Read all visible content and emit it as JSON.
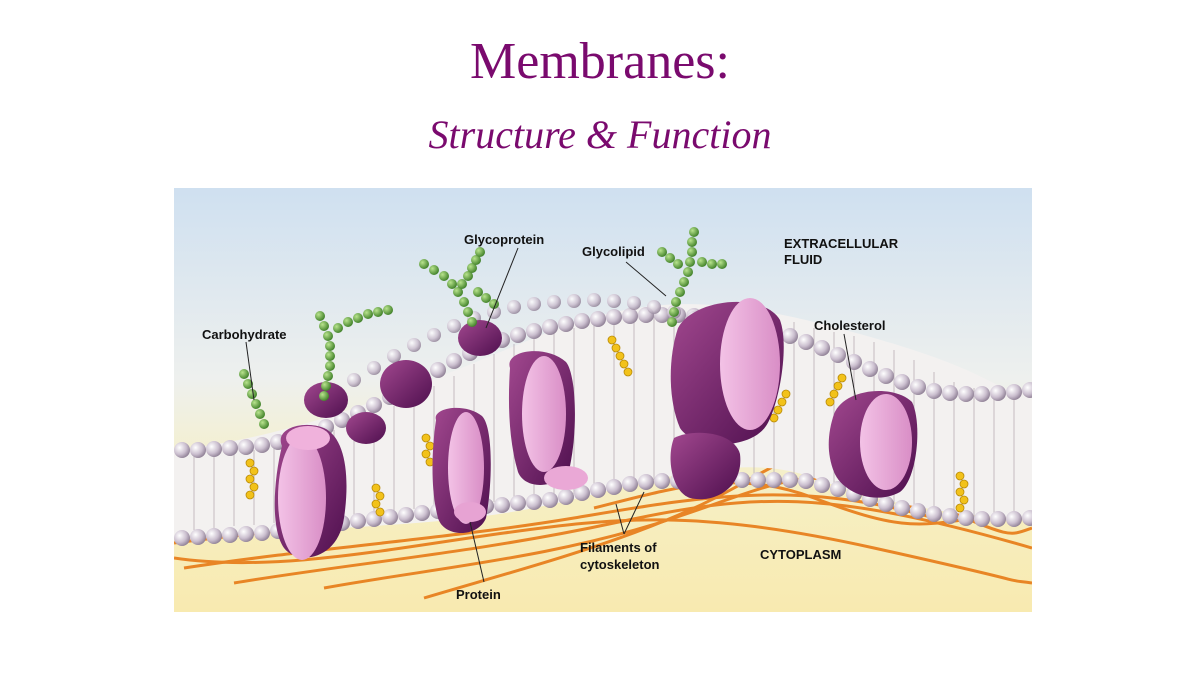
{
  "slide": {
    "title": "Membranes:",
    "subtitle": "Structure & Function"
  },
  "diagram": {
    "labels": {
      "glycoprotein": "Glycoprotein",
      "glycolipid": "Glycolipid",
      "extracellular_line1": "EXTRACELLULAR",
      "extracellular_line2": "FLUID",
      "carbohydrate": "Carbohydrate",
      "cholesterol": "Cholesterol",
      "filaments_line1": "Filaments of",
      "filaments_line2": "cytoskeleton",
      "cytoplasm": "CYTOPLASM",
      "protein": "Protein"
    },
    "colors": {
      "title": "#7a0a6e",
      "protein_dark": "#6e1c6e",
      "protein_light": "#e8a6d8",
      "carbohydrate_chain": "#5fa83a",
      "cholesterol": "#f2c21a",
      "filaments": "#e8801e",
      "phospholipid_head": "#c9c0cc"
    }
  }
}
